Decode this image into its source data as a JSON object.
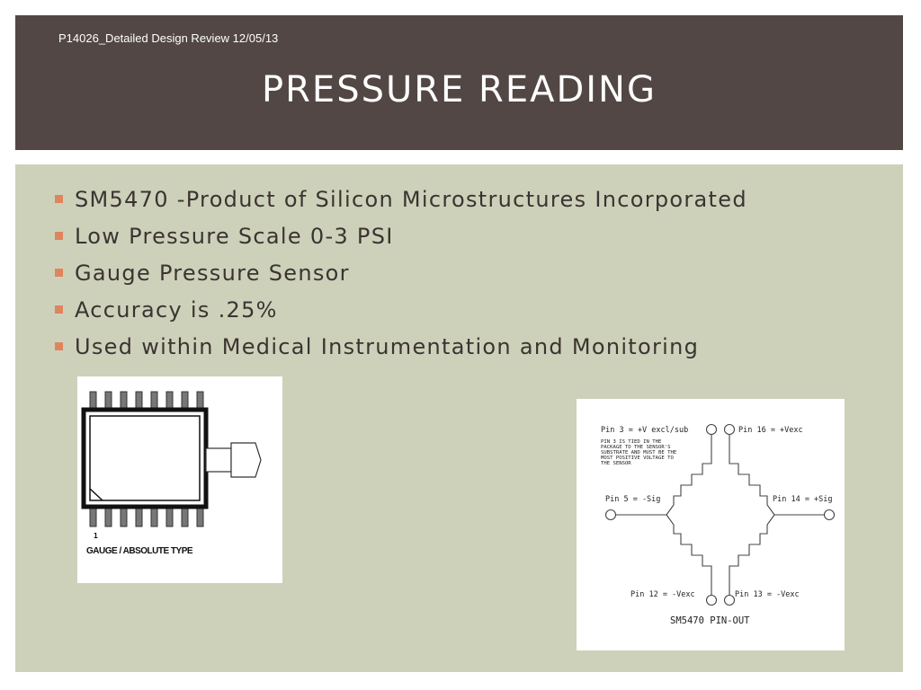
{
  "header": {
    "subtitle": "P14026_Detailed Design Review 12/05/13",
    "title": "PRESSURE READING"
  },
  "bullets": [
    "SM5470 -Product of Silicon Microstructures Incorporated",
    "Low Pressure Scale 0-3 PSI",
    "Gauge Pressure Sensor",
    "Accuracy is .25%",
    "Used within Medical Instrumentation and Monitoring"
  ],
  "package_figure": {
    "pin_label": "1",
    "caption": "GAUGE / ABSOLUTE TYPE"
  },
  "pinout_figure": {
    "pin3": "Pin 3 = +V excl/sub",
    "pin16": "Pin 16 = +Vexc",
    "note": [
      "PIN 3 IS TIED IN THE",
      "PACKAGE TO THE SENSOR'S",
      "SUBSTRATE AND MUST BE THE",
      "MOST POSITIVE VOLTAGE TO",
      "THE SENSOR"
    ],
    "pin5": "Pin 5 = -Sig",
    "pin14": "Pin 14 = +Sig",
    "pin12": "Pin 12 = -Vexc",
    "pin13": "Pin 13 = -Vexc",
    "caption": "SM5470 PIN-OUT"
  },
  "colors": {
    "header_bg": "#524745",
    "content_bg": "#cdd1ba",
    "bullet_marker": "#e0845d",
    "body_text": "#3b3431"
  }
}
